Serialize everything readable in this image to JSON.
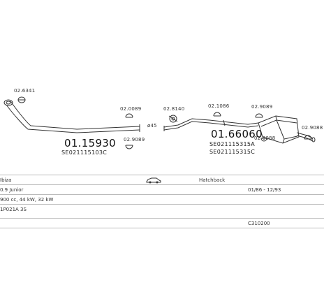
{
  "diagram": {
    "part_labels": {
      "clamp_front": "02.6341",
      "clamp_a": "02.0089",
      "clamp_b": "02.8140",
      "clamp_c": "02.1086",
      "clamp_d": "02.9089",
      "clamp_e": "02.9089",
      "clamp_f": "02.9088",
      "clamp_g": "02.0088",
      "diameter": "ø45"
    },
    "front_pipe": {
      "code": "01.15930",
      "ref": "SE021115103C"
    },
    "rear_muffler": {
      "code": "01.66060",
      "ref_1": "SE021115315A",
      "ref_2": "SE021115315C"
    }
  },
  "info": {
    "model": "Ibiza",
    "body_type": "Hatchback",
    "trim": "0.9 Junior",
    "date_range": "01/86 - 12/93",
    "engine": "900 cc, 44 kW, 32 kW",
    "engine_code": "1P021A 3S",
    "catalogue_code": "C310200"
  }
}
